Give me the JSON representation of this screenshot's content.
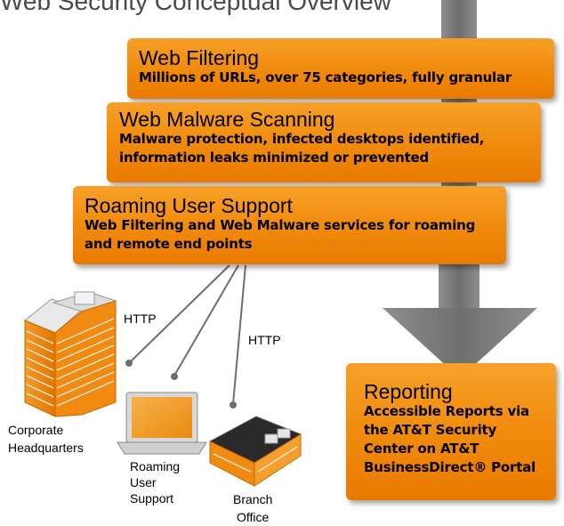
{
  "header": {
    "title": "Web Security Conceptual Overview"
  },
  "boxes": [
    {
      "heading": "Web Filtering",
      "line1": "Millions of URLs, over 75 categories, fully granular"
    },
    {
      "heading": "Web Malware Scanning",
      "line1": "Malware protection, infected desktops identified,",
      "line2": "information leaks minimized or prevented"
    },
    {
      "heading": "Roaming User Support",
      "line1": "Web Filtering and Web Malware services for roaming",
      "line2": "and remote end points"
    }
  ],
  "reporting": {
    "heading": "Reporting",
    "lines": [
      "Accessible Reports via",
      "the AT&T Security",
      "Center on AT&T",
      "BusinessDirect® Portal"
    ]
  },
  "labels": {
    "http_1": "HTTP",
    "http_2": "HTTP",
    "hq_line1": "Corporate",
    "hq_line2": "Headquarters",
    "roaming_line1": "Roaming",
    "roaming_line2": "User",
    "roaming_line3": "Support",
    "branch_line1": "Branch",
    "branch_line2": "Office"
  },
  "colors": {
    "box_orange": "#f08a0c",
    "arrow_gray": "#7a7a7a",
    "link_gray": "#6e6e6e"
  }
}
